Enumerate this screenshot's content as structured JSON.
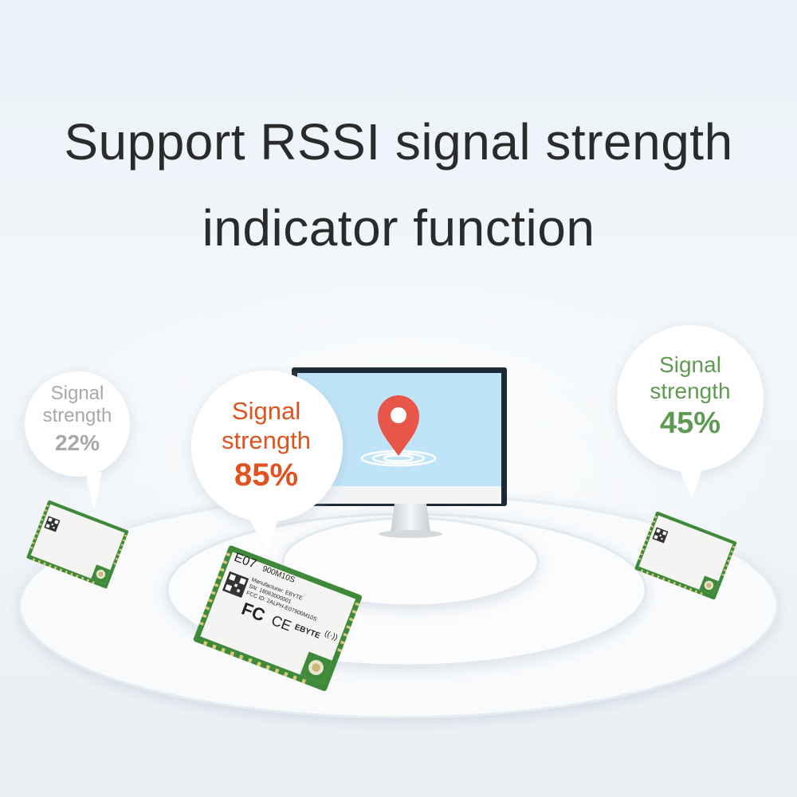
{
  "headline": {
    "line1": "Support RSSI signal strength",
    "line2": "indicator function"
  },
  "bubbles": [
    {
      "label": "Signal strength",
      "label_line1": "Signal",
      "label_line2": "strength",
      "value": "22%",
      "color": "#a8a8a8"
    },
    {
      "label": "Signal strength",
      "label_line1": "Signal",
      "label_line2": "strength",
      "value": "85%",
      "color": "#e0531f"
    },
    {
      "label": "Signal strength",
      "label_line1": "Signal",
      "label_line2": "strength",
      "value": "45%",
      "color": "#5f9a52"
    }
  ],
  "module": {
    "model": "E07",
    "part": "900M10S",
    "manufacturer_line": "Manufacturer: EBYTE",
    "sn_line": "SN: 18063000001",
    "fcc_line": "FCC ID: 2ALPH-E07900M10S",
    "brand": "EBYTE",
    "fcc_mark": "FC",
    "ce_mark": "CE"
  },
  "colors": {
    "screen": "#bfe3f7",
    "pin": "#e8564a",
    "pcb": "#3f8a3a",
    "text_dark": "#2b2b2b"
  },
  "icons": [
    "location-pin-icon",
    "monitor-icon",
    "qr-code-icon",
    "fcc-logo-icon",
    "ce-logo-icon",
    "wifi-icon"
  ]
}
